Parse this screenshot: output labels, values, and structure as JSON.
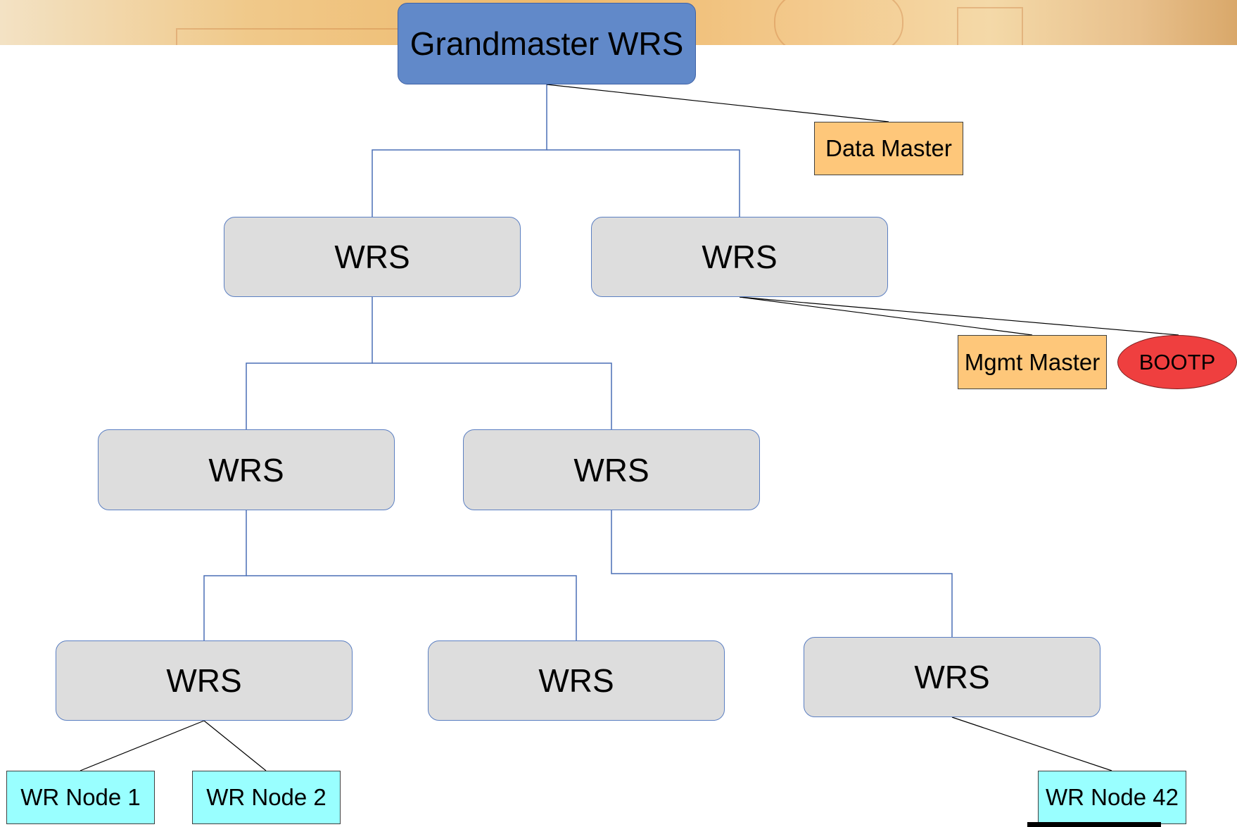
{
  "nodes": {
    "grandmaster": "Grandmaster WRS",
    "data_master": "Data Master",
    "wrs_l1_left": "WRS",
    "wrs_l1_right": "WRS",
    "mgmt_master": "Mgmt Master",
    "bootp": "BOOTP",
    "wrs_l2_left": "WRS",
    "wrs_l2_right": "WRS",
    "wrs_l3_a": "WRS",
    "wrs_l3_b": "WRS",
    "wrs_l3_c": "WRS",
    "wr_node_1": "WR Node 1",
    "wr_node_2": "WR Node 2",
    "wr_node_42": "WR Node 42"
  },
  "colors": {
    "switch_fill": "#dddddd",
    "grandmaster_fill": "#6189c9",
    "master_fill": "#fec77a",
    "node_fill": "#99ffff",
    "bootp_fill": "#ef3f3f",
    "tree_line": "#4a6fb5",
    "direct_line": "#000000"
  }
}
